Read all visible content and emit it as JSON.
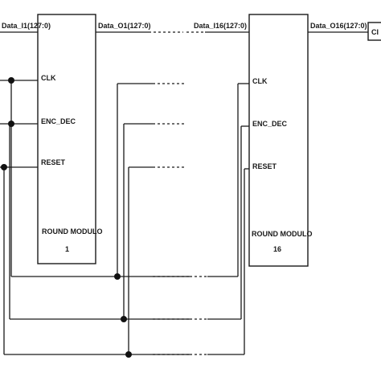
{
  "module1": {
    "input": "Data_I1(127:0)",
    "output": "Data_O1(127:0)",
    "clk": "CLK",
    "enc": "ENC_DEC",
    "reset": "RESET",
    "title": "ROUND MODULO",
    "number": "1"
  },
  "module16": {
    "input": "Data_I16(127:0)",
    "output": "Data_O16(127:0)",
    "clk": "CLK",
    "enc": "ENC_DEC",
    "reset": "RESET",
    "title": "ROUND MODULO",
    "number": "16"
  },
  "right_edge": {
    "label": "CI"
  }
}
